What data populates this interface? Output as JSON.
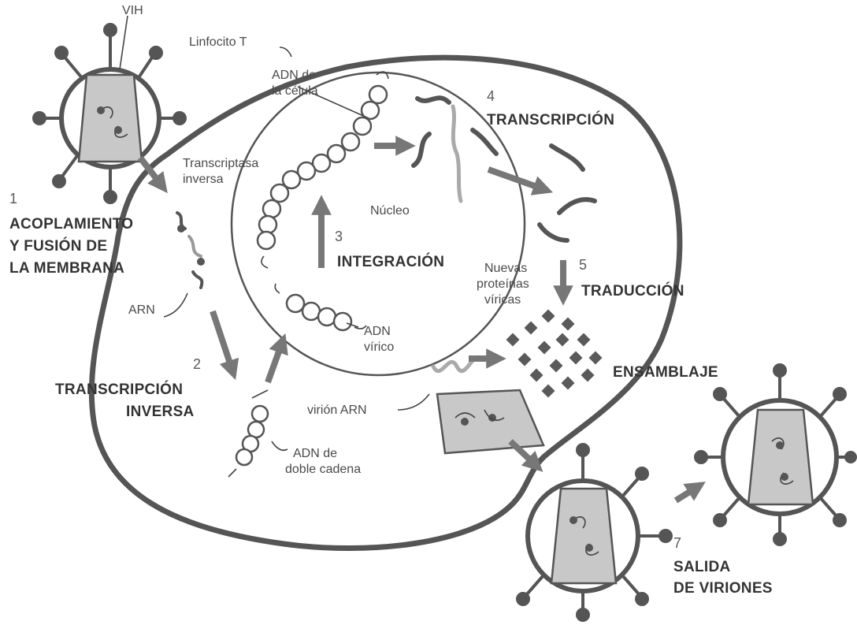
{
  "labels": {
    "vih": "VIH",
    "linfocito": "Linfocito T",
    "adn_celula_1": "ADN de",
    "adn_celula_2": "la célula",
    "step4_num": "4",
    "transcripcion": "TRANSCRIPCIÓN",
    "transcriptasa_1": "Transcriptasa",
    "transcriptasa_2": "inversa",
    "step1_num": "1",
    "acoplamiento_1": "ACOPLAMIENTO",
    "acoplamiento_2": "Y FUSIÓN DE",
    "acoplamiento_3": "LA MEMBRANA",
    "nucleo": "Núcleo",
    "step3_num": "3",
    "integracion": "INTEGRACIÓN",
    "nuevas_1": "Nuevas",
    "nuevas_2": "proteínas",
    "nuevas_3": "víricas",
    "step5_num": "5",
    "traduccion": "TRADUCCIÓN",
    "arn": "ARN",
    "adn_virico_1": "ADN",
    "adn_virico_2": "vírico",
    "step2_num": "2",
    "transcripcion_inversa_1": "TRANSCRIPCIÓN",
    "transcripcion_inversa_2": "INVERSA",
    "ensamblaje": "ENSAMBLAJE",
    "virion_arn": "virión ARN",
    "adn_doble_1": "ADN de",
    "adn_doble_2": "doble cadena",
    "step7_num": "7",
    "salida_1": "SALIDA",
    "salida_2": "DE VIRIONES"
  },
  "colors": {
    "outline": "#555555",
    "arrow": "#777777",
    "capsid_fill": "#c8c8c8",
    "diamond": "#5a5a5a",
    "rna_light": "#a9a9a9",
    "rna_dark": "#555555"
  }
}
